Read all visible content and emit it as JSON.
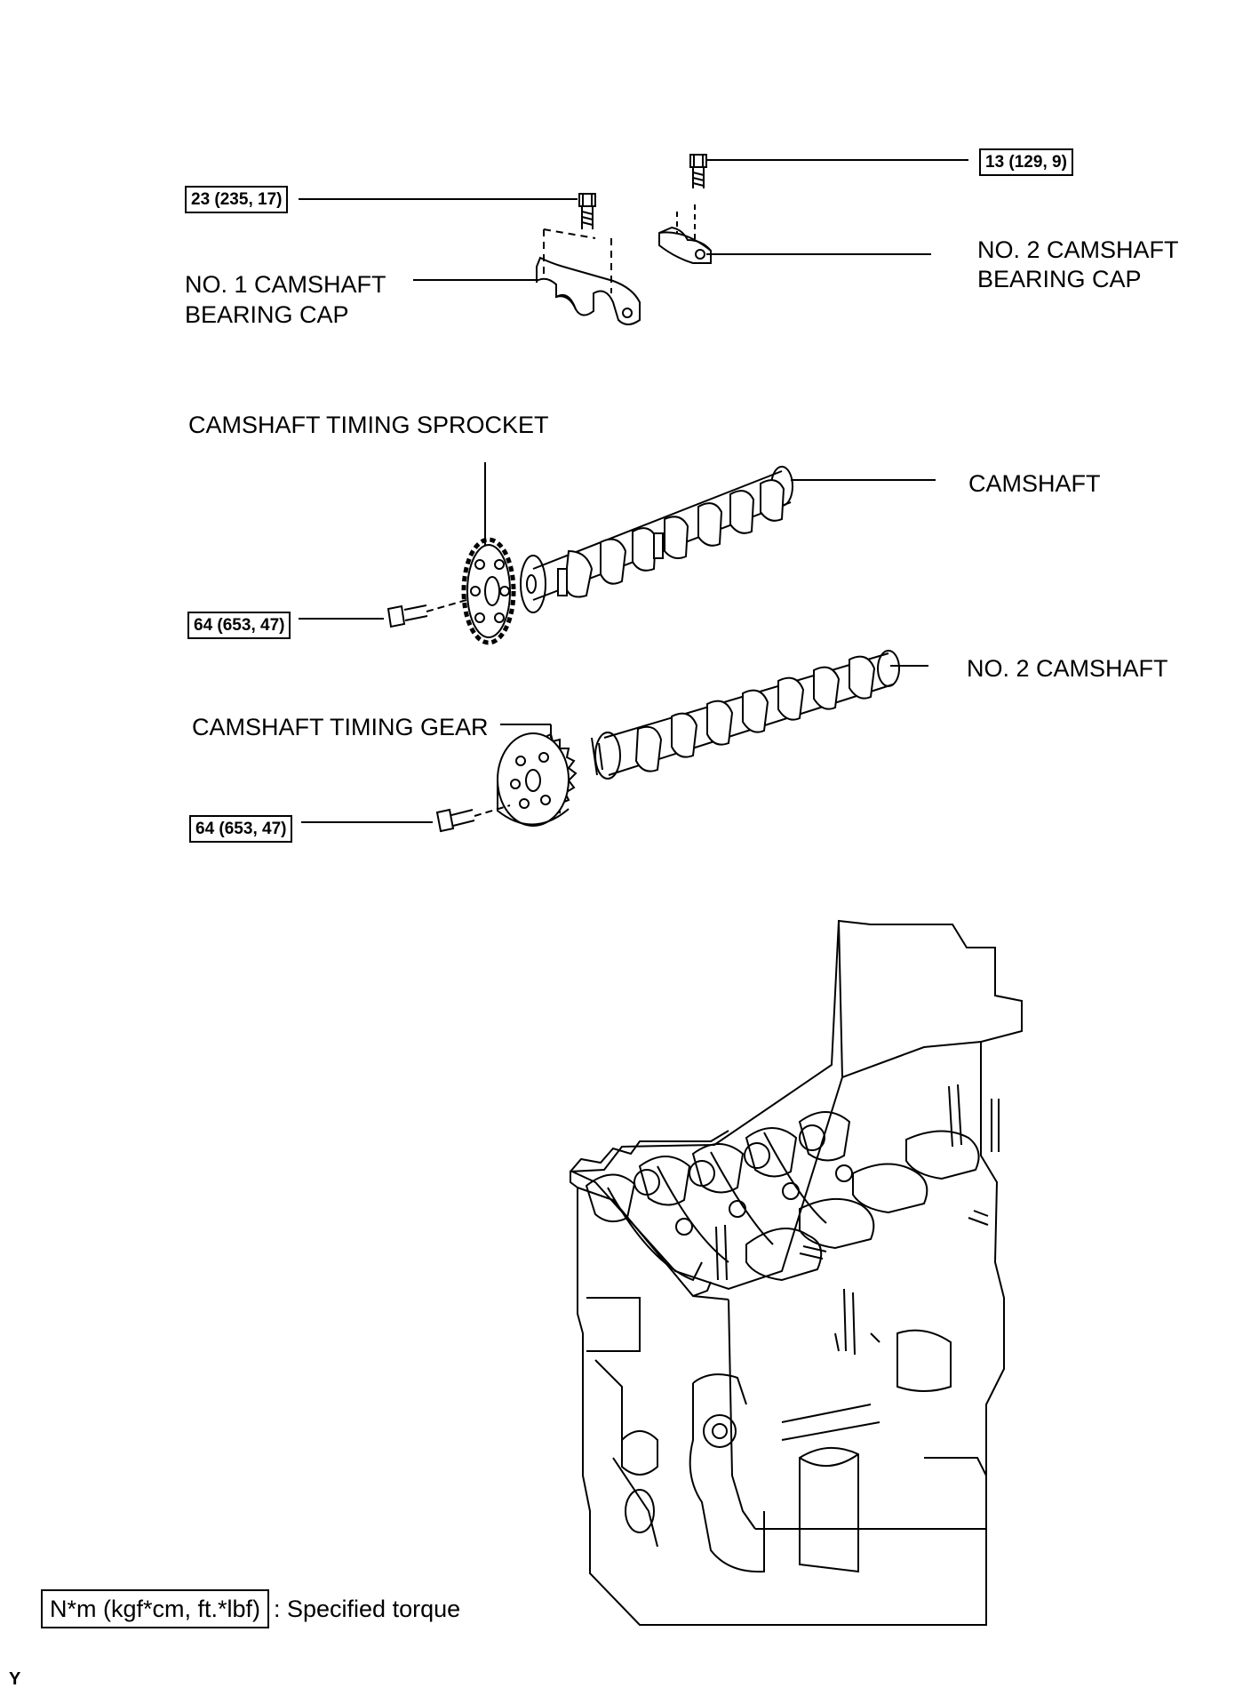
{
  "labels": {
    "no1_cap": [
      "NO. 1 CAMSHAFT",
      "BEARING CAP"
    ],
    "no2_cap": [
      "NO. 2 CAMSHAFT",
      "BEARING CAP"
    ],
    "sprocket": "CAMSHAFT TIMING SPROCKET",
    "camshaft": "CAMSHAFT",
    "no2_camshaft": "NO. 2 CAMSHAFT",
    "timing_gear": "CAMSHAFT TIMING GEAR"
  },
  "torques": {
    "no1_cap_bolt": "23 (235, 17)",
    "no2_cap_bolt": "13 (129, 9)",
    "sprocket_bolt": "64 (653, 47)",
    "gear_bolt": "64 (653, 47)"
  },
  "legend": {
    "unit": "N*m (kgf*cm, ft.*lbf)",
    "description": ": Specified torque"
  },
  "corner_code": "Y",
  "colors": {
    "line": "#000000",
    "background": "#ffffff"
  }
}
